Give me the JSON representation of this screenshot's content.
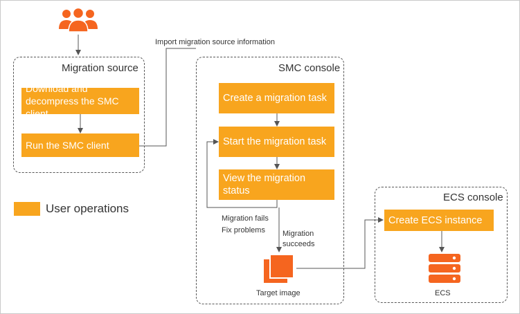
{
  "colors": {
    "box": "#f8a51e",
    "icon": "#f5651f",
    "line": "#555555"
  },
  "users": {
    "icon": "users-group-icon"
  },
  "import_label": "Import migration source information",
  "migration_source": {
    "title": "Migration source",
    "steps": [
      "Download and decompress the SMC client",
      "Run the SMC client"
    ]
  },
  "smc_console": {
    "title": "SMC console",
    "steps": [
      "Create a migration task",
      "Start the migration task",
      "View the migration status"
    ],
    "fail_label": "Migration fails",
    "fix_label": "Fix problems",
    "success_label": "Migration succeeds",
    "target_label": "Target image",
    "target_icon": "image-stack-icon"
  },
  "ecs_console": {
    "title": "ECS console",
    "step": "Create ECS instance",
    "server_label": "ECS",
    "server_icon": "server-icon"
  },
  "legend": {
    "label": "User operations"
  }
}
